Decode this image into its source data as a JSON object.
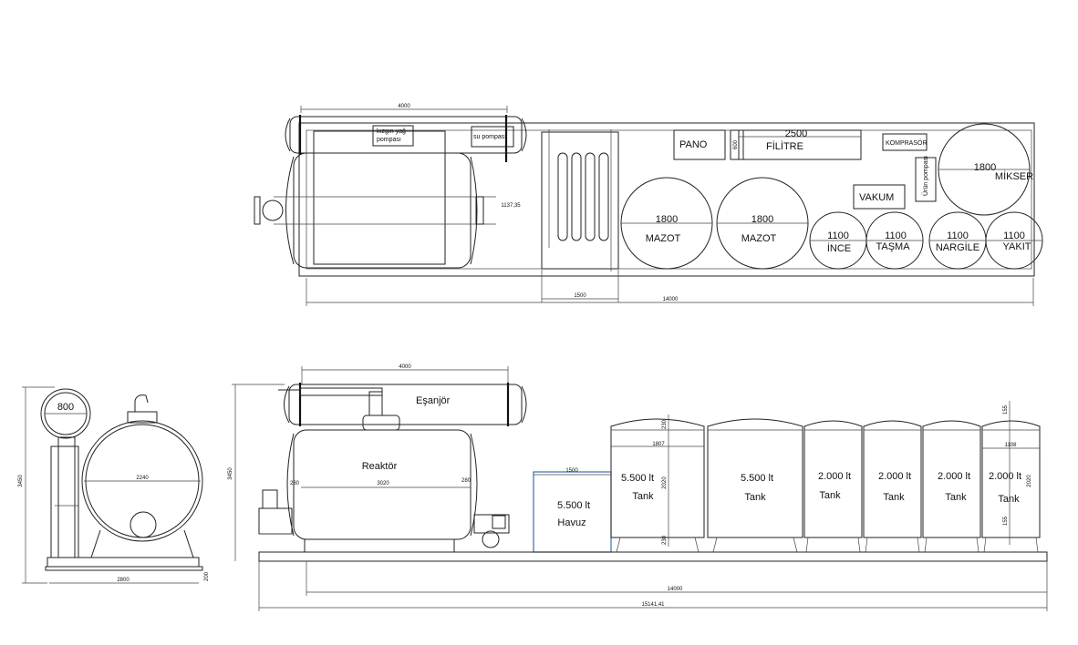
{
  "top_view": {
    "dims": {
      "heat_exchanger_len": "4000",
      "overall_len": "14000",
      "filter_box": "1500",
      "filtre_len": "2500",
      "pipe_len": "1137,35",
      "pano_w": "600"
    },
    "labels": {
      "hot_oil_pump": [
        "kızgın yağ",
        "pompası"
      ],
      "water_pump": "su pompası",
      "pano": "PANO",
      "filtre": "FİLİTRE",
      "kompresor": "KOMPRASÖR",
      "product_pump": "Ürün pompası",
      "vakum": "VAKUM",
      "mikser_size": "1800",
      "mikser": "MİKSER"
    },
    "tanks": [
      {
        "size": "1800",
        "name": "MAZOT"
      },
      {
        "size": "1800",
        "name": "MAZOT"
      },
      {
        "size": "1100",
        "name": "İNCE"
      },
      {
        "size": "1100",
        "name": "TAŞMA"
      },
      {
        "size": "1100",
        "name": "NARGİLE"
      },
      {
        "size": "1100",
        "name": "YAKIT"
      }
    ]
  },
  "side_view": {
    "dims": {
      "height": "3450",
      "diameter": "2240",
      "base_w": "2800",
      "base_h": "200",
      "exchanger": "800"
    }
  },
  "front_view": {
    "dims": {
      "height": "3450",
      "exchanger_len": "4000",
      "reactor_len": "3020",
      "reactor_side": "280",
      "havuz_w": "1500",
      "tank_w": "1807",
      "tank_h": "2020",
      "tank_top": "230",
      "tank_bottom": "230",
      "small_tank_w": "1108",
      "small_tank_h": "2020",
      "small_top": "155",
      "small_bottom": "155",
      "platform_len": "14000",
      "overall_len": "15141,41"
    },
    "labels": {
      "esanjor": "Eşanjör",
      "reaktor": "Reaktör",
      "havuz": [
        "5.500 lt",
        "Havuz"
      ],
      "tanks": [
        [
          "5.500 lt",
          "Tank"
        ],
        [
          "5.500 lt",
          "Tank"
        ],
        [
          "2.000 lt",
          "Tank"
        ],
        [
          "2.000 lt",
          "Tank"
        ],
        [
          "2.000 lt",
          "Tank"
        ],
        [
          "2.000 lt",
          "Tank"
        ]
      ]
    }
  }
}
